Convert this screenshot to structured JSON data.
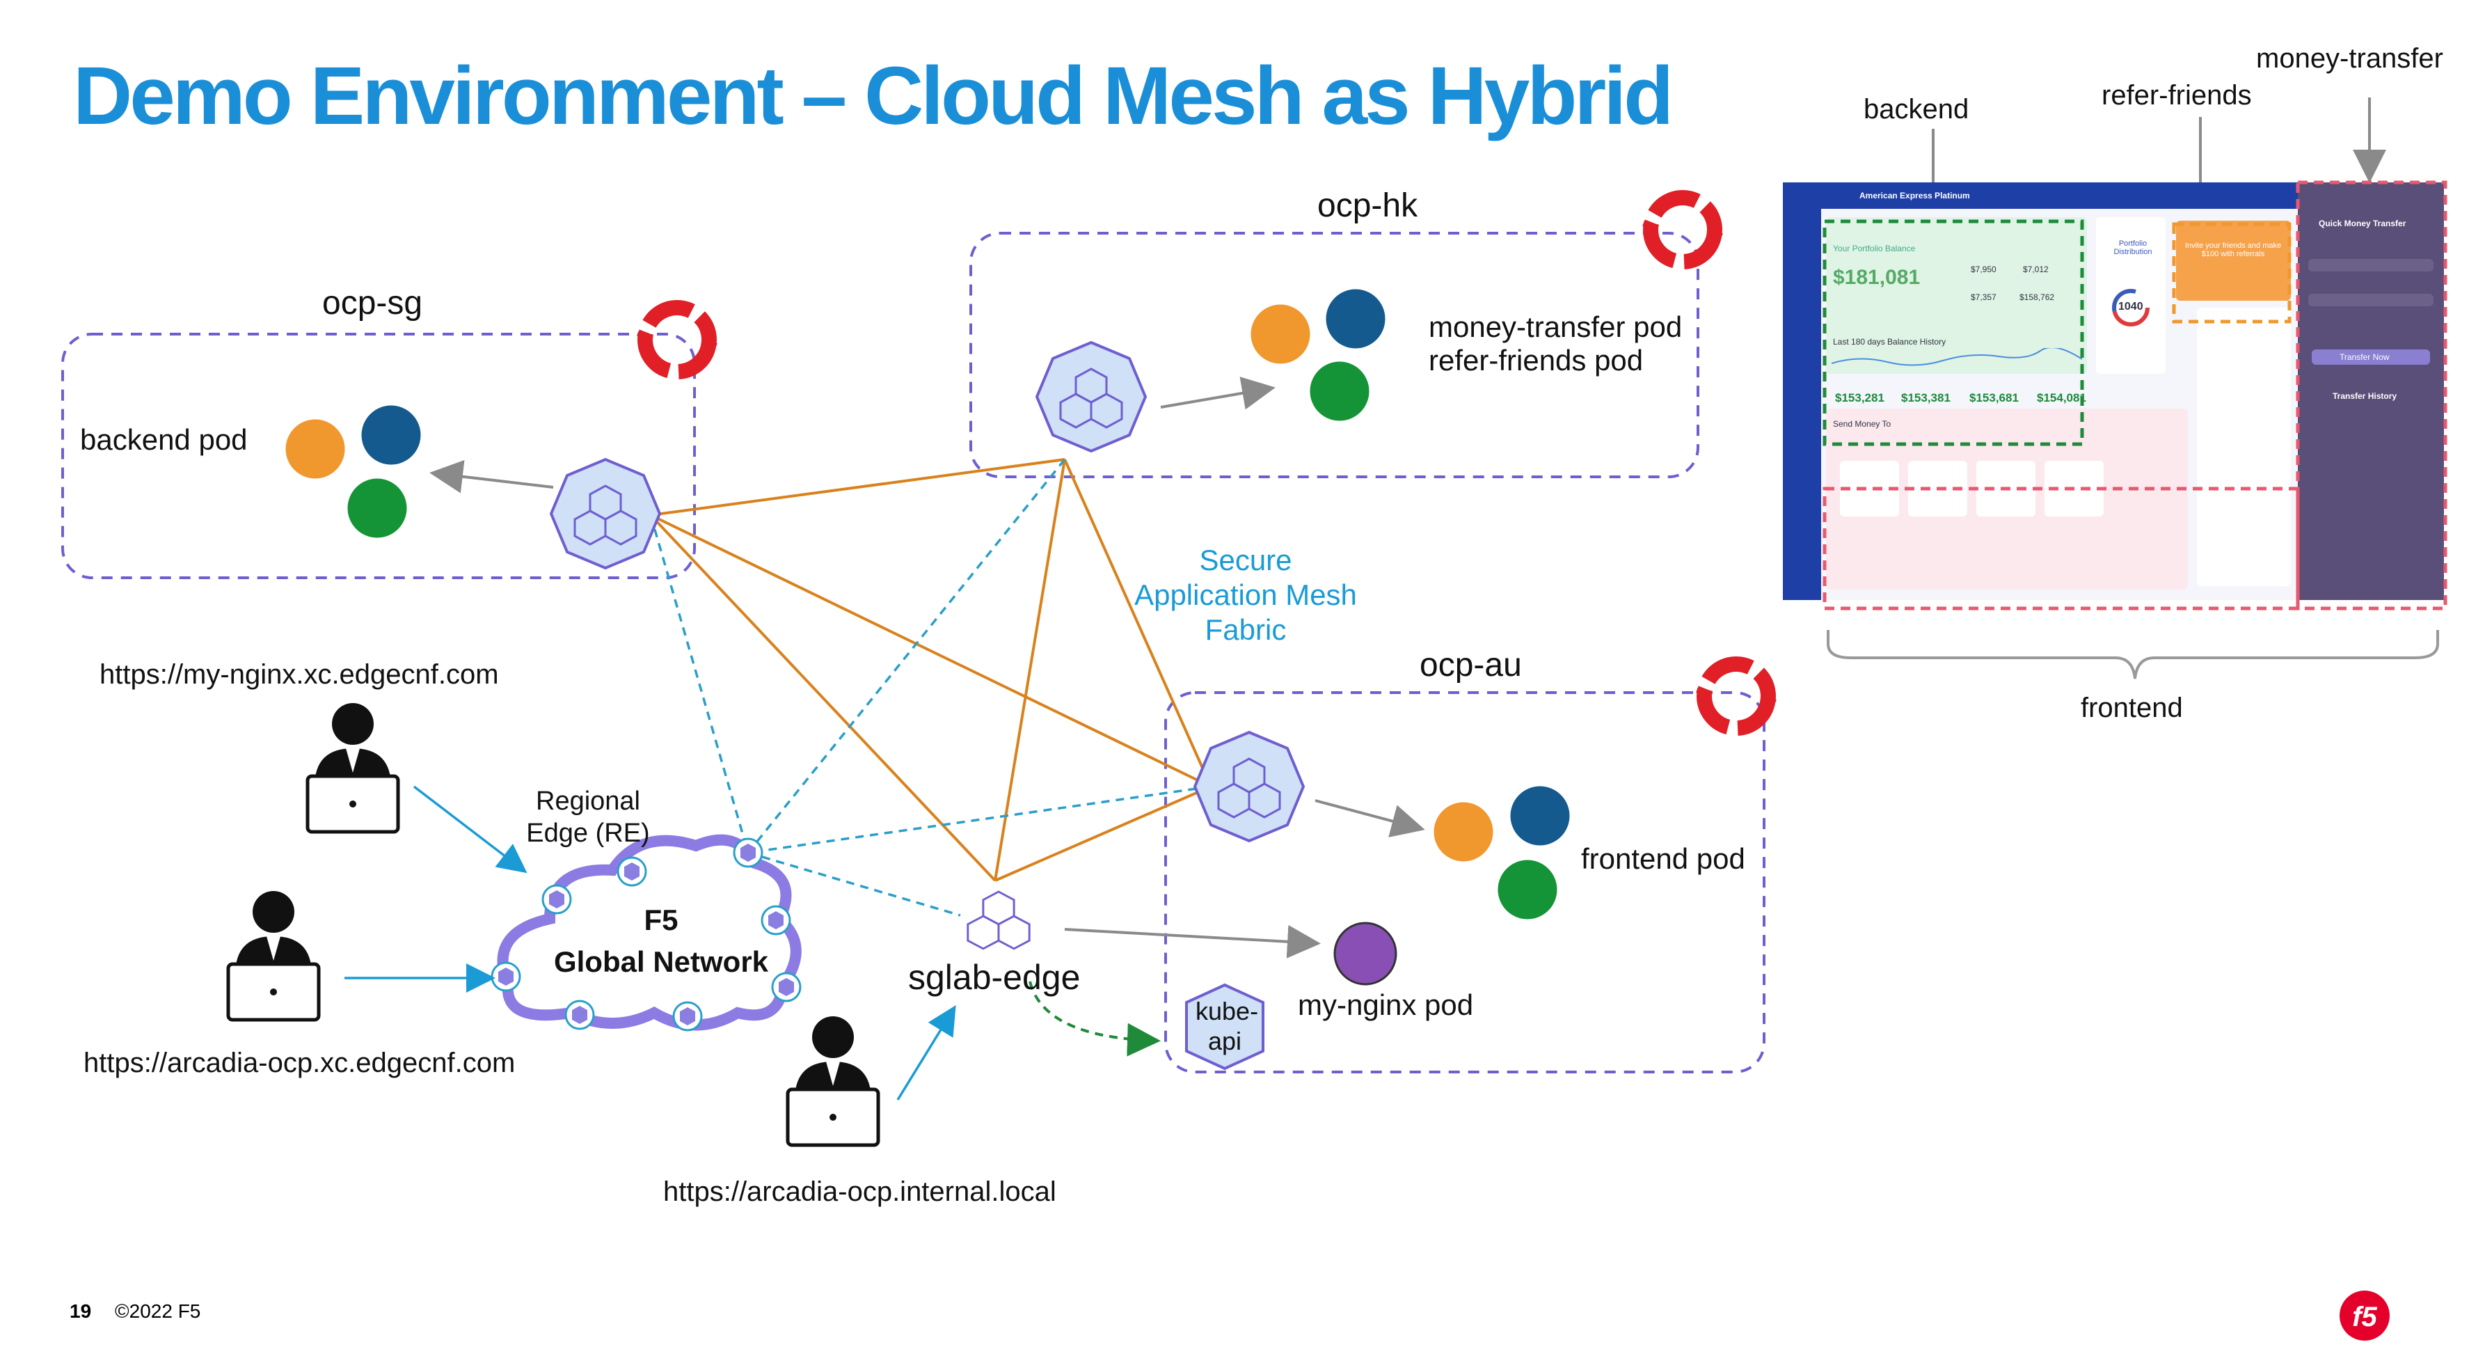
{
  "slide": {
    "title": "Demo Environment – Cloud Mesh as Hybrid",
    "page_number": "19",
    "copyright": "©2022 F5"
  },
  "clusters": {
    "sg": "ocp-sg",
    "hk": "ocp-hk",
    "au": "ocp-au"
  },
  "pods": {
    "backend": "backend pod",
    "money_transfer": "money-transfer pod",
    "refer_friends": "refer-friends pod",
    "frontend": "frontend pod",
    "my_nginx": "my-nginx pod",
    "kube_api_line1": "kube-",
    "kube_api_line2": "api"
  },
  "network": {
    "mesh_line1": "Secure",
    "mesh_line2": "Application Mesh",
    "mesh_line3": "Fabric",
    "re_line1": "Regional",
    "re_line2": "Edge (RE)",
    "global_line1": "F5",
    "global_line2": "Global Network",
    "edge_site": "sglab-edge"
  },
  "urls": {
    "my_nginx": "https://my-nginx.xc.edgecnf.com",
    "arcadia_xc": "https://arcadia-ocp.xc.edgecnf.com",
    "arcadia_internal": "https://arcadia-ocp.internal.local"
  },
  "app_screenshot": {
    "callouts": {
      "backend": "backend",
      "refer_friends": "refer-friends",
      "money_transfer": "money-transfer",
      "frontend": "frontend"
    },
    "header_card": "American Express Platinum",
    "portfolio_label": "Your Portfolio Balance",
    "portfolio_value": "$181,081",
    "distribution_label": "Portfolio Distribution",
    "distribution_value": "1040",
    "history_label": "Last 180 days Balance History",
    "refer_text": "Invite your friends and make $100 with referrals",
    "send_money_label": "Send Money To",
    "transfer_title": "Quick Money Transfer",
    "transfer_button": "Transfer Now",
    "transfer_history": "Transfer History",
    "stock_values": [
      "$153,281",
      "$153,381",
      "$153,681",
      "$154,081"
    ],
    "holdings": [
      "$7,950",
      "$7,012",
      "$7,357",
      "$158,762"
    ]
  },
  "colors": {
    "title_blue": "#1a8fd8",
    "cluster_border": "#6e5fd0",
    "orange_link": "#d9821d",
    "cyan_dashed": "#2a9fc9",
    "green_dashed": "#1e8a3a",
    "pod_orange": "#f0982e",
    "pod_blue": "#145a8e",
    "pod_green": "#149436",
    "pod_purple": "#8a4fb5",
    "node_fill": "#cfe0f7",
    "cloud_border": "#7b68d8",
    "openshift_red": "#e01f26"
  }
}
